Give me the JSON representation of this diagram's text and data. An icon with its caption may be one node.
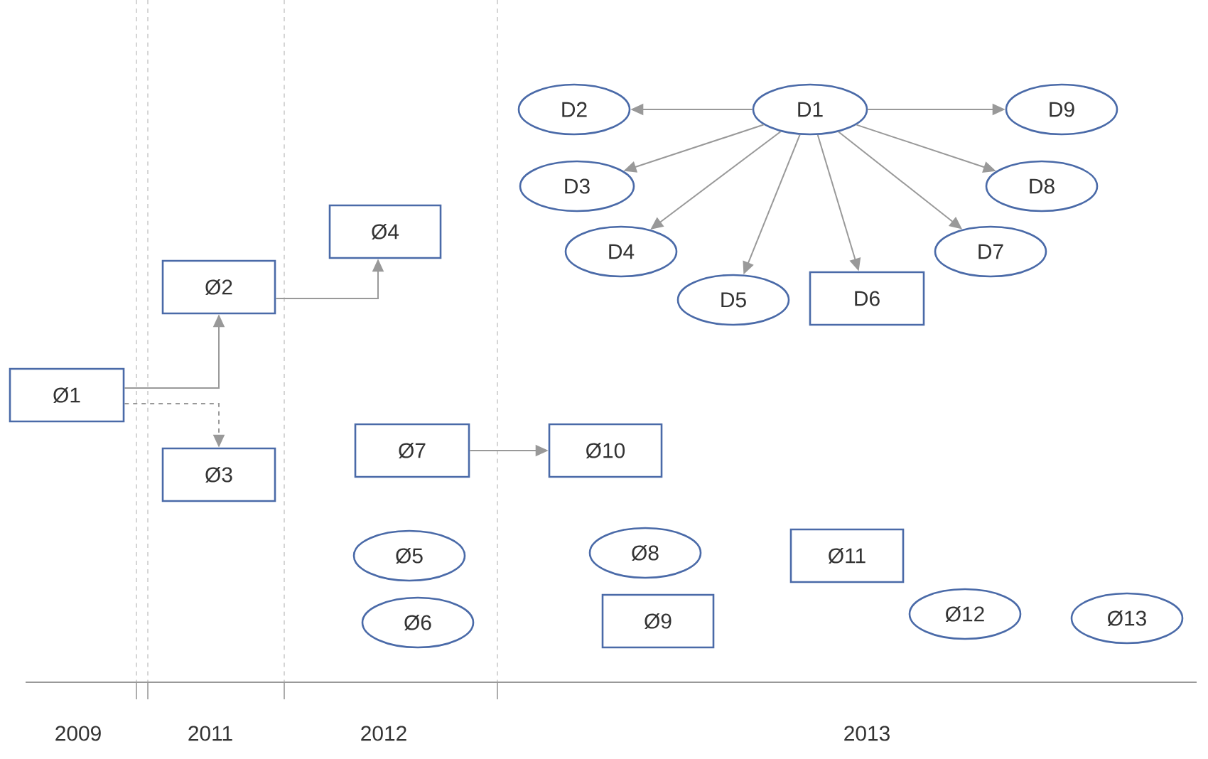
{
  "diagram": {
    "nodes": [
      {
        "text": [
          "Ø1"
        ]
      },
      {
        "text": [
          "Ø2"
        ]
      },
      {
        "text": [
          "Ø3"
        ]
      },
      {
        "text": [
          "Ø4"
        ]
      },
      {
        "text": [
          "Ø5"
        ]
      },
      {
        "text": [
          "Ø6"
        ]
      },
      {
        "text": [
          "Ø7"
        ]
      },
      {
        "text": [
          "Ø8"
        ]
      },
      {
        "text": [
          "Ø9"
        ]
      },
      {
        "text": [
          "Ø10"
        ]
      },
      {
        "text": [
          "Ø11"
        ]
      },
      {
        "text": [
          "Ø12"
        ]
      },
      {
        "text": [
          "Ø13"
        ]
      },
      {
        "text": [
          "D1"
        ]
      },
      {
        "text": [
          "D2"
        ]
      },
      {
        "text": [
          "D3"
        ]
      },
      {
        "text": [
          "D4"
        ]
      },
      {
        "text": [
          "D5"
        ]
      },
      {
        "text": [
          "D6"
        ]
      },
      {
        "text": [
          "D7"
        ]
      },
      {
        "text": [
          "D8"
        ]
      },
      {
        "text": [
          "D9"
        ]
      }
    ],
    "edges": [
      {
        "from": 0,
        "to": 1,
        "arrow": "to"
      },
      {
        "from": 0,
        "to": 2,
        "arrow": "to",
        "style": "dashed"
      },
      {
        "from": 1,
        "to": 3,
        "arrow": "to"
      },
      {
        "from": 6,
        "to": 9,
        "arrow": "to"
      },
      {
        "from": 13,
        "to": 14,
        "arrow": "to"
      },
      {
        "from": 13,
        "to": 15,
        "arrow": "to"
      },
      {
        "from": 13,
        "to": 16,
        "arrow": "to"
      },
      {
        "from": 13,
        "to": 17,
        "arrow": "to"
      },
      {
        "from": 13,
        "to": 18,
        "arrow": "to"
      },
      {
        "from": 13,
        "to": 19,
        "arrow": "to"
      },
      {
        "from": 13,
        "to": 20,
        "arrow": "to"
      },
      {
        "from": 13,
        "to": 21,
        "arrow": "to"
      }
    ],
    "labels": [
      "2009",
      "2011",
      "2012",
      "2013"
    ]
  }
}
